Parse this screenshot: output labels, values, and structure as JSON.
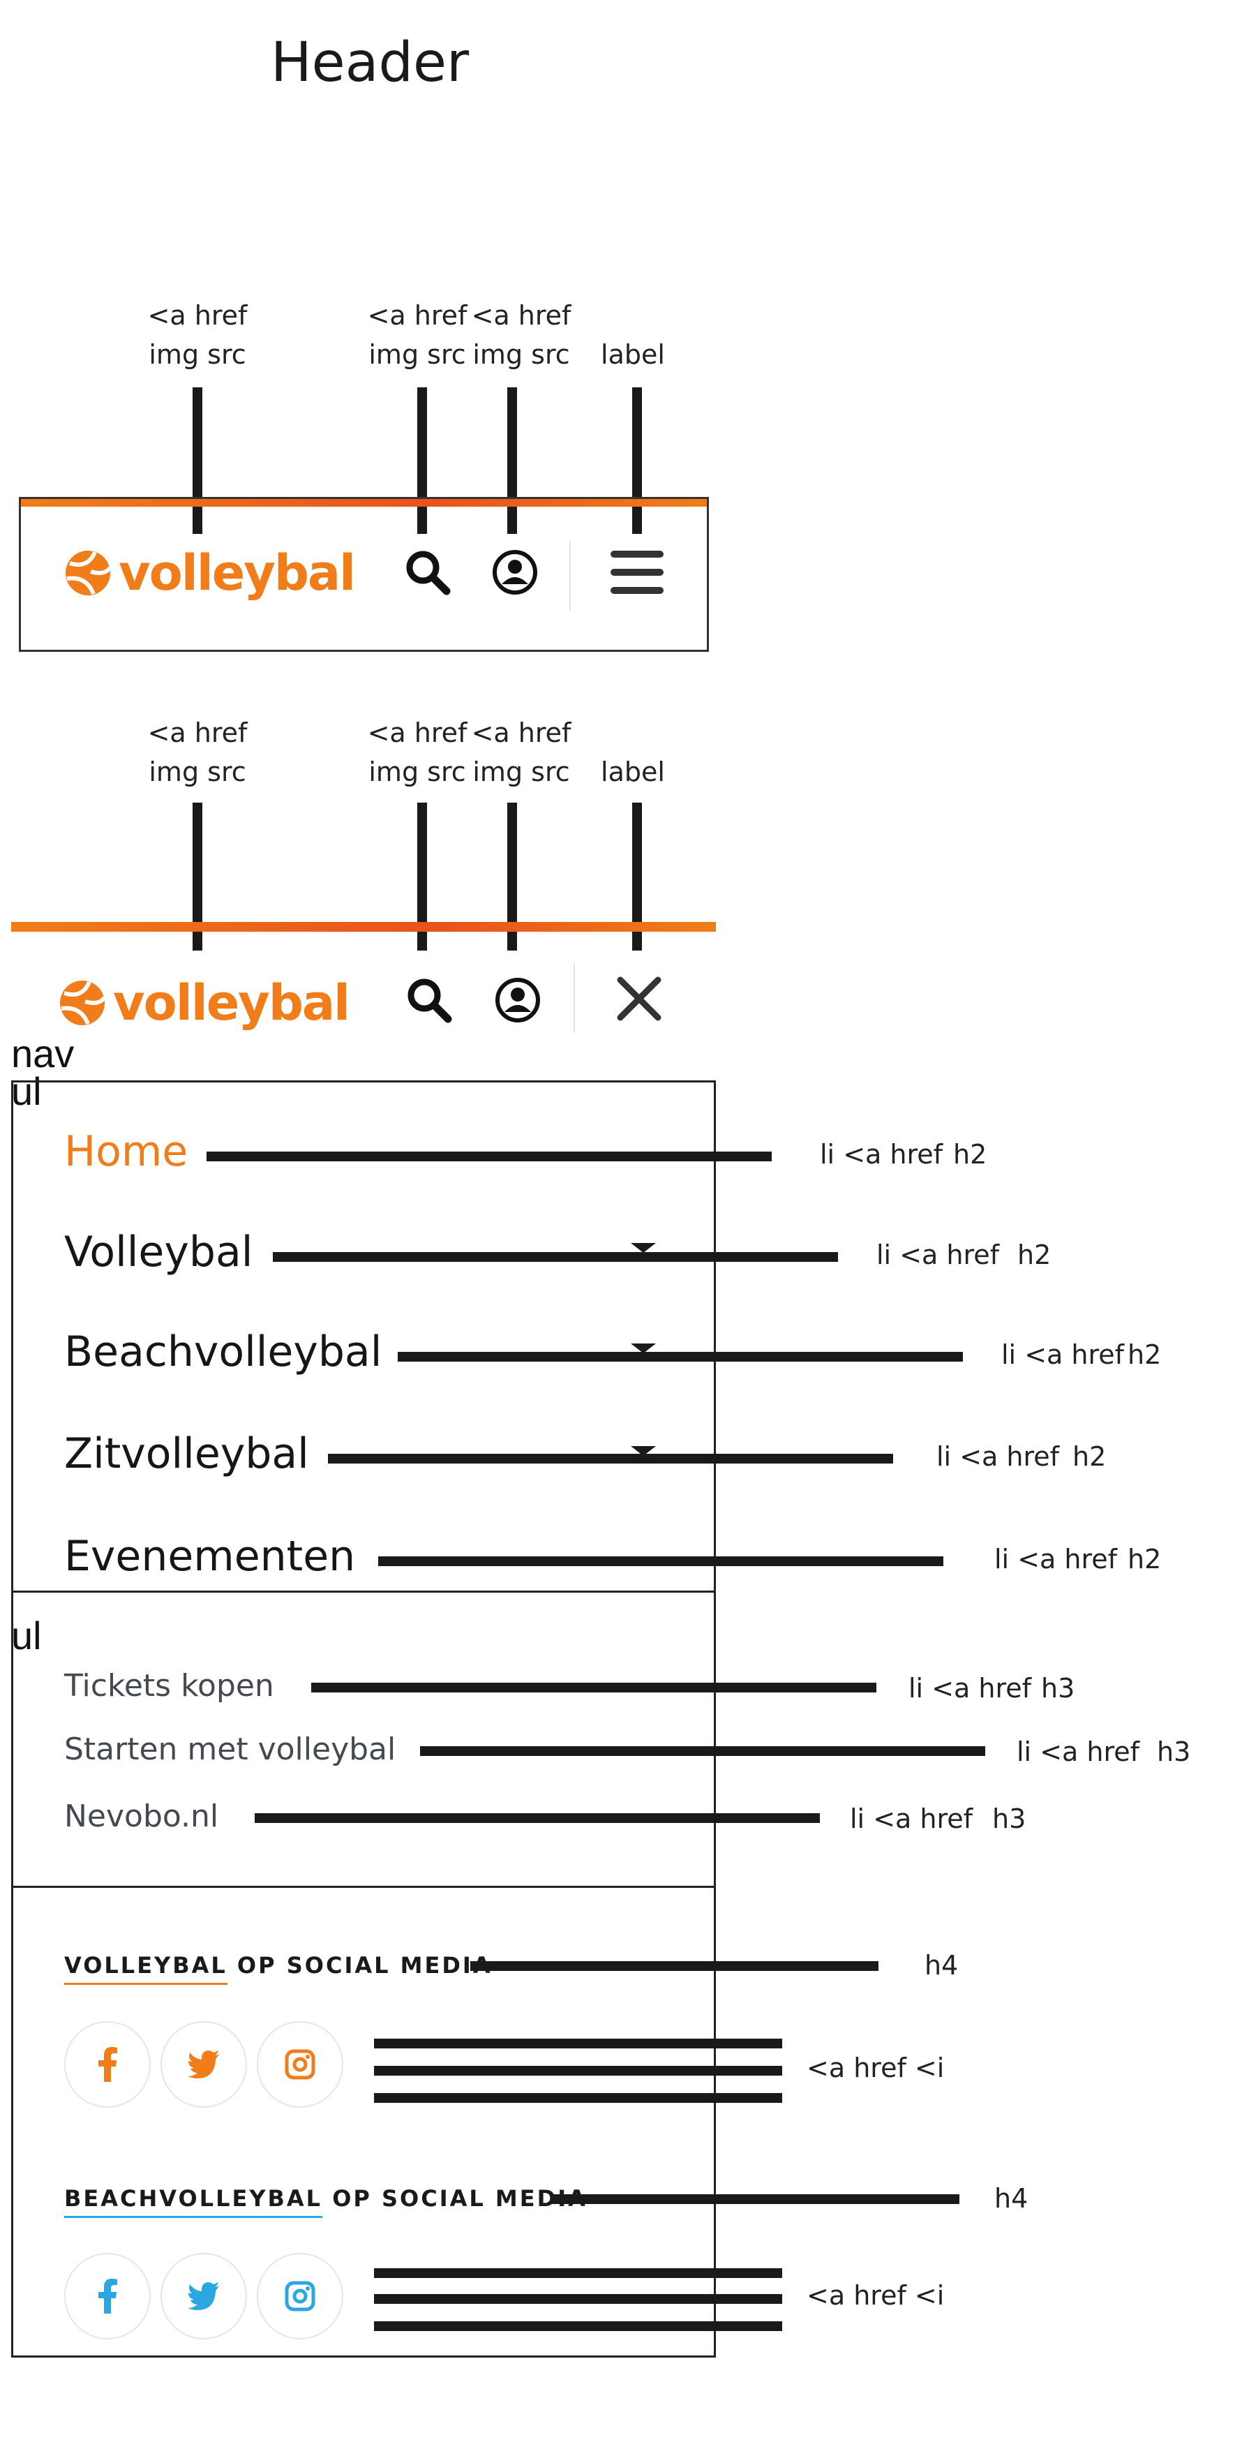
{
  "title": "Header",
  "annotations": {
    "link_img": [
      "<a href",
      "img src"
    ],
    "label": "label",
    "nav": "nav",
    "ul": "ul",
    "li_h2": [
      "li <a href",
      "h2"
    ],
    "li_h3": [
      "li <a href",
      "h3"
    ],
    "h4": "h4",
    "a_i": "<a href <i"
  },
  "brand": {
    "name": "volleybal"
  },
  "icons": {
    "logo": "volleyball-logo-icon",
    "search": "search-icon",
    "account": "user-circle-icon",
    "menu": "hamburger-menu-icon",
    "close": "close-icon",
    "facebook": "facebook-icon",
    "twitter": "twitter-icon",
    "instagram": "instagram-icon"
  },
  "menu": {
    "primary": [
      {
        "label": "Home",
        "active": true
      },
      {
        "label": "Volleybal",
        "has_submenu": true
      },
      {
        "label": "Beachvolleybal",
        "has_submenu": true
      },
      {
        "label": "Zitvolleybal",
        "has_submenu": true
      },
      {
        "label": "Evenementen"
      }
    ],
    "secondary": [
      {
        "label": "Tickets kopen"
      },
      {
        "label": "Starten met volleybal"
      },
      {
        "label": "Nevobo.nl"
      }
    ]
  },
  "social": [
    {
      "brand": "VOLLEYBAL",
      "rest": " OP SOCIAL MEDIA",
      "accent": "#f07d19"
    },
    {
      "brand": "BEACHVOLLEYBAL",
      "rest": " OP SOCIAL MEDIA",
      "accent": "#2aa6e0"
    }
  ],
  "colors": {
    "orange": "#f07d19",
    "cyan": "#2aa6e0",
    "dark": "#1a1a1a",
    "muted": "#444a50"
  }
}
